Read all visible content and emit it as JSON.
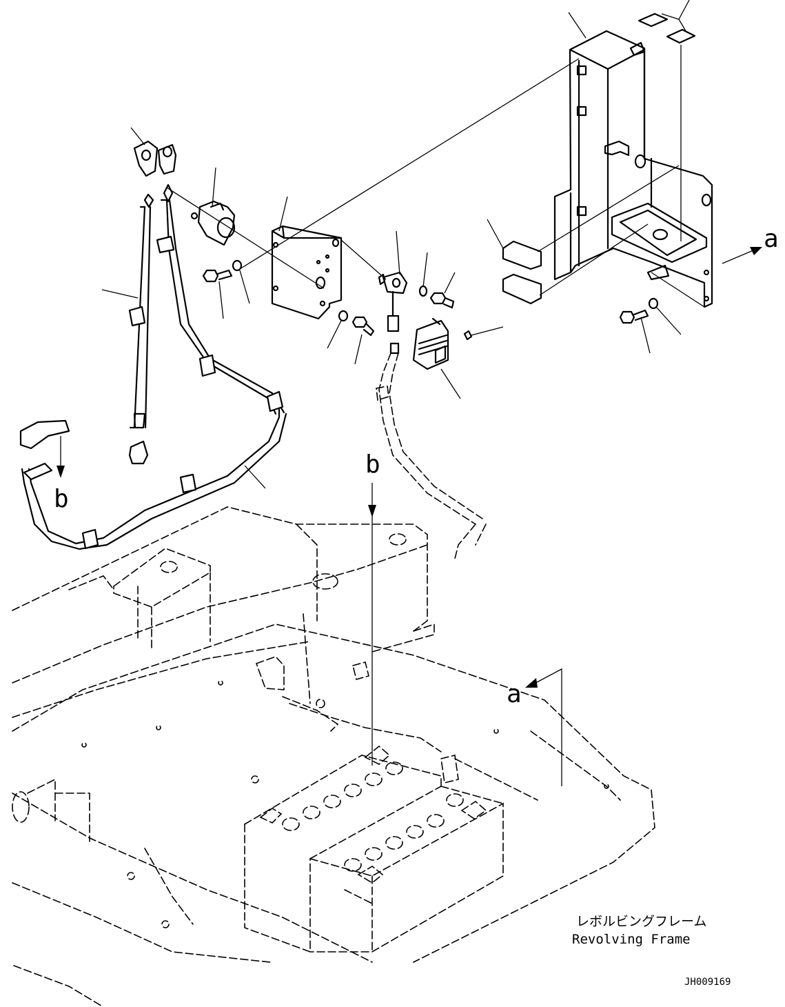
{
  "figure": {
    "callouts": {
      "a": "a",
      "b": "b"
    },
    "caption_jp": "レボルビングフレーム",
    "caption_en": "Revolving Frame",
    "figure_id": "JH009169"
  }
}
